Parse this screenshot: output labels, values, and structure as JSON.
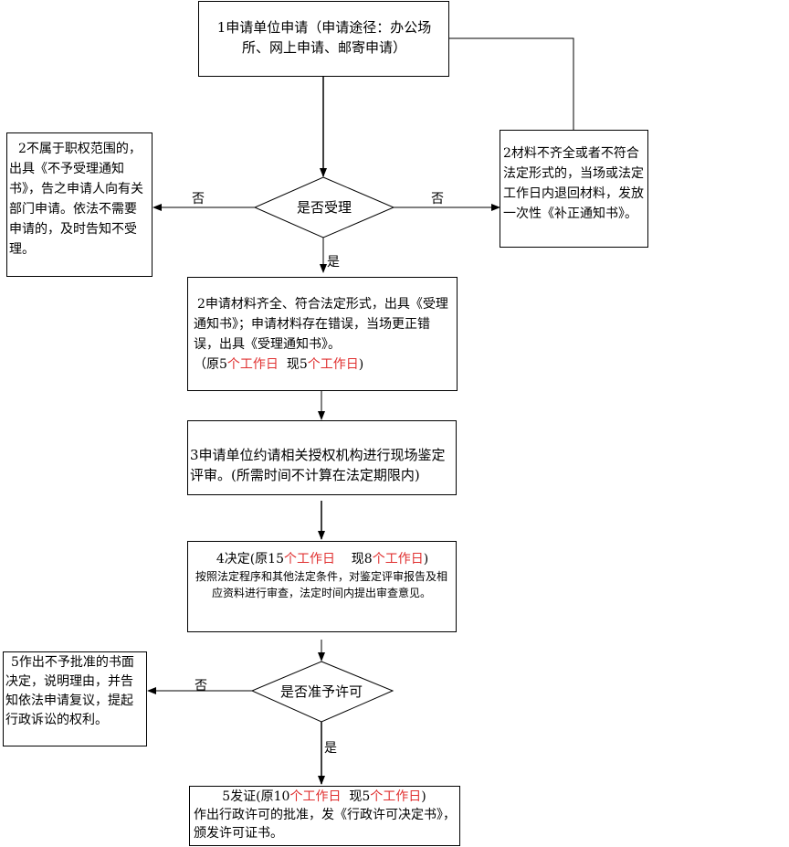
{
  "nodes": {
    "apply": {
      "text": "1申请单位申请（申请途径：办公场所、网上申请、邮寄申请）"
    },
    "reject_scope": {
      "text": "2不属于职权范围的，出具《不予受理通知书》，告之申请人向有关部门申请。依法不需要申请的，及时告知不受理。"
    },
    "incomplete": {
      "text": "2材料不齐全或者不符合法定形式的，当场或法定工作日内退回材料，发放一次性《补正通知书》。"
    },
    "accept_q": {
      "text": "是否受理"
    },
    "accepted": {
      "line1": "2申请材料齐全、符合法定形式，出具《受理通知书》；申请材料存在错误，当场更正错误，出具《受理通知书》。",
      "t_open": "（原5",
      "t_red1": "个工作日",
      "t_mid": "  现5",
      "t_red2": "个工作日",
      "t_close": ")"
    },
    "review": {
      "text": "3申请单位约请相关授权机构进行现场鉴定评审。(所需时间不计算在法定期限内)"
    },
    "decision": {
      "p1": "4决定(原15",
      "r1": "个工作日",
      "p2": "    现8",
      "r2": "个工作日",
      "p3": ")",
      "body": "按照法定程序和其他法定条件，对鉴定评审报告及相应资料进行审查，法定时间内提出审查意见。"
    },
    "permit_q": {
      "text": "是否准予许可"
    },
    "deny": {
      "text": "5作出不予批准的书面决定，说明理由，并告知依法申请复议，提起行政诉讼的权利。"
    },
    "issue": {
      "p1": "5发证(原10",
      "r1": "个工作日",
      "p2": "  现5",
      "r2": "个工作日",
      "p3": ")",
      "body": "作出行政许可的批准，发《行政许可决定书》，颁发许可证书。"
    }
  },
  "edge_labels": {
    "no_left": "否",
    "no_right": "否",
    "yes": "是",
    "no_deny": "否",
    "yes_issue": "是"
  },
  "colors": {
    "highlight": "#e03030",
    "line": "#000000"
  }
}
